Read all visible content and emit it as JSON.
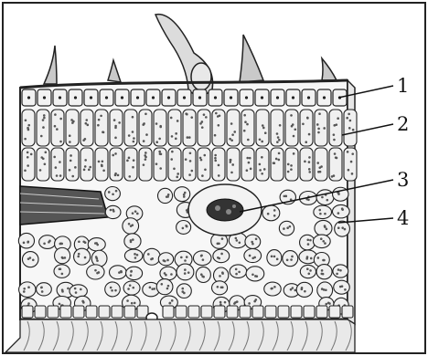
{
  "figure": {
    "labels": [
      {
        "id": "1",
        "text": "1"
      },
      {
        "id": "2",
        "text": "2"
      },
      {
        "id": "3",
        "text": "3"
      },
      {
        "id": "4",
        "text": "4"
      }
    ]
  },
  "colors": {
    "ink": "#222222",
    "cell_fill": "#f2f2f2",
    "shade": "#b5b5b5",
    "background": "#ffffff"
  }
}
